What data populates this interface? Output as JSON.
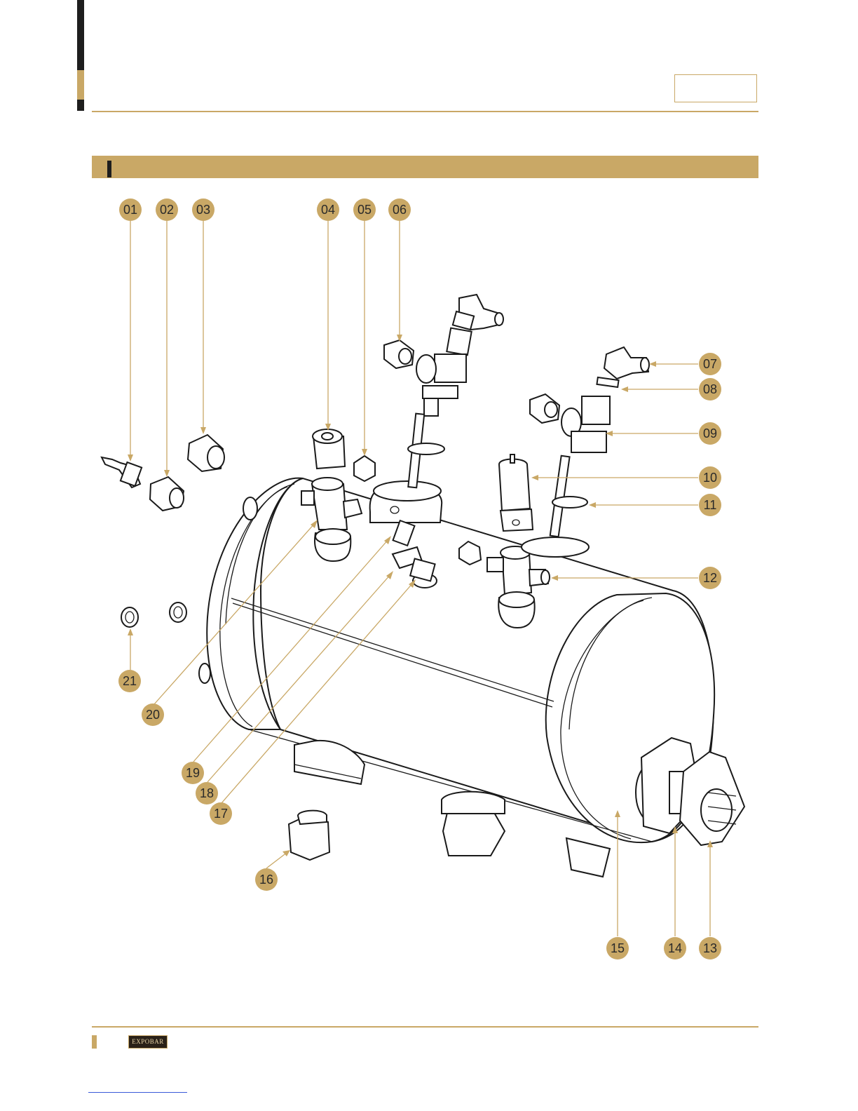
{
  "page": {
    "brand_logo": "EXPOBAR",
    "colors": {
      "accent": "#c9a866",
      "dark": "#1e1e1e",
      "line": "#1a1a1a"
    }
  },
  "callouts": [
    "01",
    "02",
    "03",
    "04",
    "05",
    "06",
    "07",
    "08",
    "09",
    "10",
    "11",
    "12",
    "13",
    "14",
    "15",
    "16",
    "17",
    "18",
    "19",
    "20",
    "21"
  ]
}
